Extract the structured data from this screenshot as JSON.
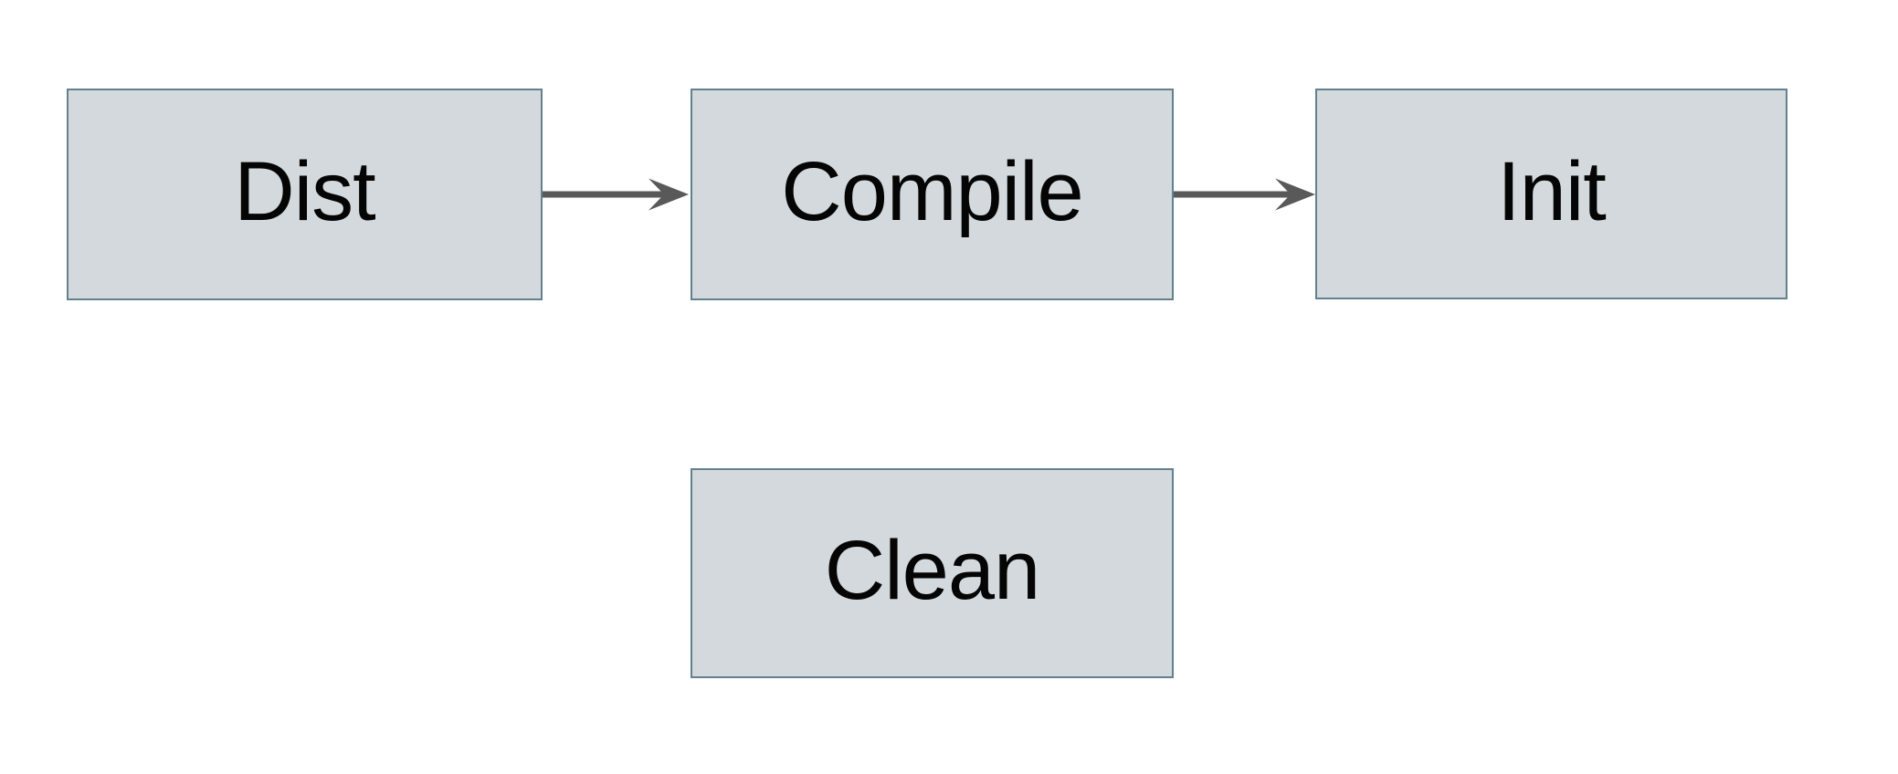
{
  "diagram": {
    "kind": "flowchart",
    "colors": {
      "background": "#ffffff",
      "node_fill": "#d3d9dc",
      "node_border": "#64808e",
      "arrow": "#595959",
      "text": "#050505"
    },
    "nodes": [
      {
        "id": "dist",
        "label": "Dist"
      },
      {
        "id": "compile",
        "label": "Compile"
      },
      {
        "id": "init",
        "label": "Init"
      },
      {
        "id": "clean",
        "label": "Clean"
      }
    ],
    "edges": [
      {
        "from": "dist",
        "to": "compile",
        "direction": "right"
      },
      {
        "from": "compile",
        "to": "init",
        "direction": "right"
      }
    ]
  }
}
